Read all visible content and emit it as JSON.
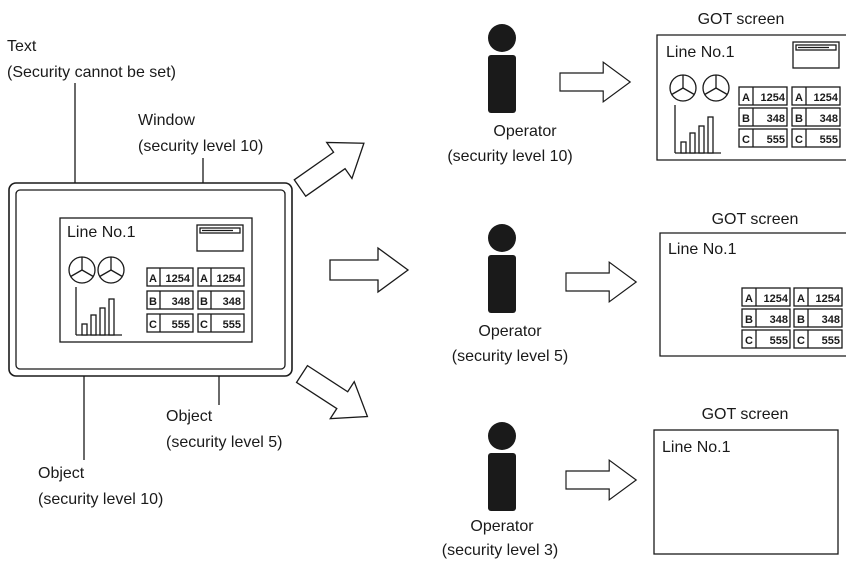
{
  "callouts": {
    "text_label": "Text",
    "text_note": "(Security cannot be set)",
    "window_label": "Window",
    "window_note": "(security level 10)",
    "object5_label": "Object",
    "object5_note": "(security level 5)",
    "object10_label": "Object",
    "object10_note": "(security level 10)"
  },
  "monitor": {
    "line_title": "Line No.1",
    "rows": [
      {
        "letter": "A",
        "value": "1254"
      },
      {
        "letter": "B",
        "value": "348"
      },
      {
        "letter": "C",
        "value": "555"
      }
    ]
  },
  "operators": [
    {
      "label": "Operator",
      "note": "(security level 10)"
    },
    {
      "label": "Operator",
      "note": "(security level 5)"
    },
    {
      "label": "Operator",
      "note": "(security level 3)"
    }
  ],
  "screens": [
    {
      "caption": "GOT screen",
      "line_title": "Line No.1"
    },
    {
      "caption": "GOT screen",
      "line_title": "Line No.1"
    },
    {
      "caption": "GOT screen",
      "line_title": "Line No.1"
    }
  ],
  "colors": {
    "ink": "#1a1a1a",
    "background": "#ffffff"
  }
}
